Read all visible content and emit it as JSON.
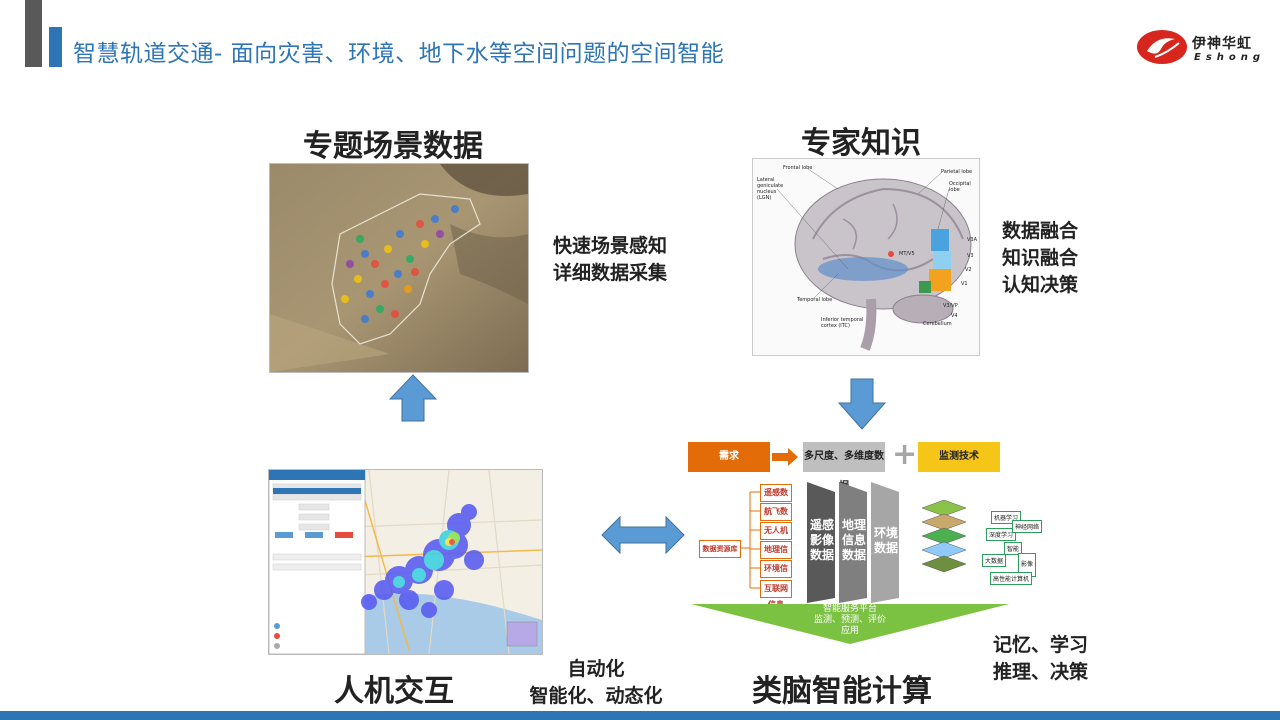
{
  "header": {
    "title": "智慧轨道交通- 面向灾害、环境、地下水等空间问题的空间智能",
    "logo_cn": "伊神华虹",
    "logo_en": "Eshong"
  },
  "sections": {
    "scene_data": {
      "heading": "专题场景数据",
      "note_lines": [
        "快速场景感知",
        "详细数据采集"
      ]
    },
    "expert": {
      "heading": "专家知识",
      "note_lines": [
        "数据融合",
        "知识融合",
        "认知决策"
      ]
    },
    "hci": {
      "heading": "人机交互",
      "note_lines": [
        "自动化",
        "智能化、动态化"
      ]
    },
    "brain_compute": {
      "heading": "类脑智能计算",
      "note_lines": [
        "记忆、学习",
        "推理、决策"
      ]
    }
  },
  "brain_labels": {
    "frontal": "Frontal lobe",
    "lgn_1": "Lateral",
    "lgn_2": "geniculate",
    "lgn_3": "nucleus",
    "lgn_4": "(LGN)",
    "parietal": "Parietal lobe",
    "occipital_1": "Occipital",
    "occipital_2": "lobe",
    "mt": "MT/V5",
    "v3a": "V3A",
    "v3": "V3",
    "v2": "V2",
    "v1": "V1",
    "v3vp": "V3/VP",
    "v4": "V4",
    "temporal": "Temporal lobe",
    "it_1": "Inferior temporal",
    "it_2": "cortex (ITC)",
    "cerebellum": "Cerebellum"
  },
  "diagram": {
    "demand": "需求",
    "multiscale": "多尺度、多维度数据",
    "plus": "+",
    "monitor": "监测技术",
    "resource_lib": "数据资源库",
    "sources": [
      "遥感数据",
      "航飞数据",
      "无人机数据",
      "地理信息",
      "环境信息",
      "互联网信息"
    ],
    "columns": [
      "遥感影像数据",
      "地理信息数据",
      "环境数据"
    ],
    "mini_labels": [
      "机器学习",
      "深度学习",
      "神经网络",
      "智能",
      "大数据",
      "影像",
      "高性能计算机"
    ],
    "platform_lines": [
      "智能服务平台",
      "监测、预测、评价",
      "应用"
    ]
  },
  "colors": {
    "accent": "#2e75b6",
    "header_dark": "#595959",
    "arrow": "#5b9bd5",
    "demand": "#e36c09",
    "monitor": "#f5c518",
    "platform": "#7cc242"
  }
}
